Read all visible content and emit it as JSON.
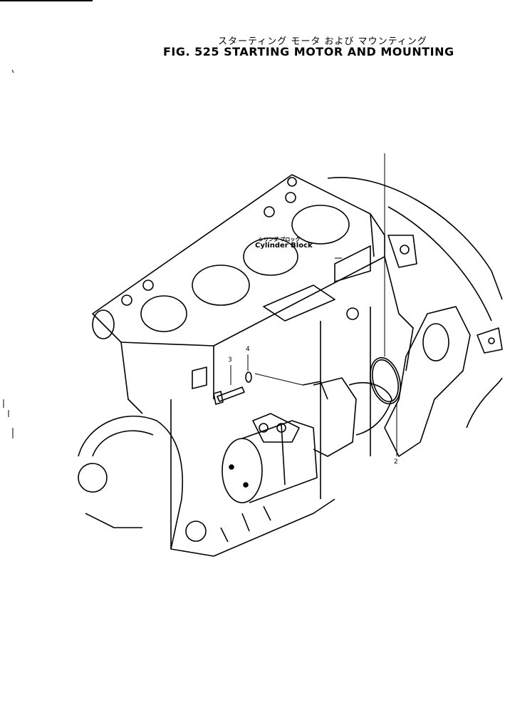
{
  "header": {
    "title_jp": "スターティング モータ および マウンティング",
    "title_en": "FIG. 525 STARTING MOTOR AND MOUNTING"
  },
  "diagram": {
    "callouts": {
      "cylinder_block_jp": "シリンダ ブロック",
      "cylinder_block_en": "Cylinder Block"
    },
    "part_numbers": [
      "2",
      "3",
      "4"
    ]
  }
}
